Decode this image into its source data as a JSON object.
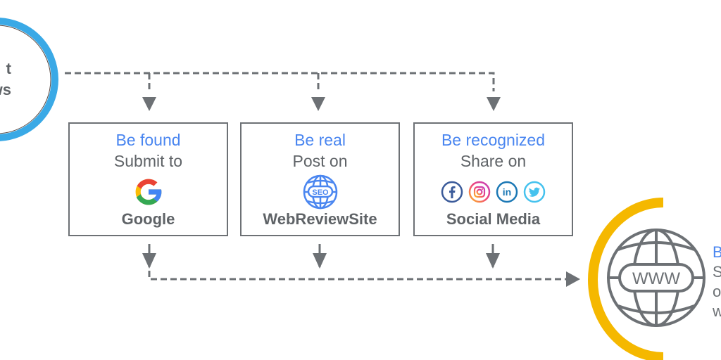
{
  "colors": {
    "accent_blue": "#4a86f0",
    "start_ring": "#3aa9e6",
    "end_ring": "#f5b800",
    "line_gray": "#6d7175",
    "text_gray": "#5f6367"
  },
  "start_node": {
    "text_lines": [
      "t",
      "ws"
    ]
  },
  "steps": [
    {
      "title": "Be found",
      "action": "Submit to",
      "icon": "google-g-icon",
      "platform": "Google"
    },
    {
      "title": "Be real",
      "action": "Post on",
      "icon": "seo-globe-icon",
      "platform": "WebReviewSite"
    },
    {
      "title": "Be recognized",
      "action": "Share on",
      "icons": [
        "facebook-icon",
        "instagram-icon",
        "linkedin-icon",
        "twitter-icon"
      ],
      "platform": "Social Media"
    }
  ],
  "end_node": {
    "icon": "www-globe-icon",
    "globe_label": "WWW",
    "text_lines": [
      "B",
      "S",
      "o",
      "w"
    ]
  }
}
